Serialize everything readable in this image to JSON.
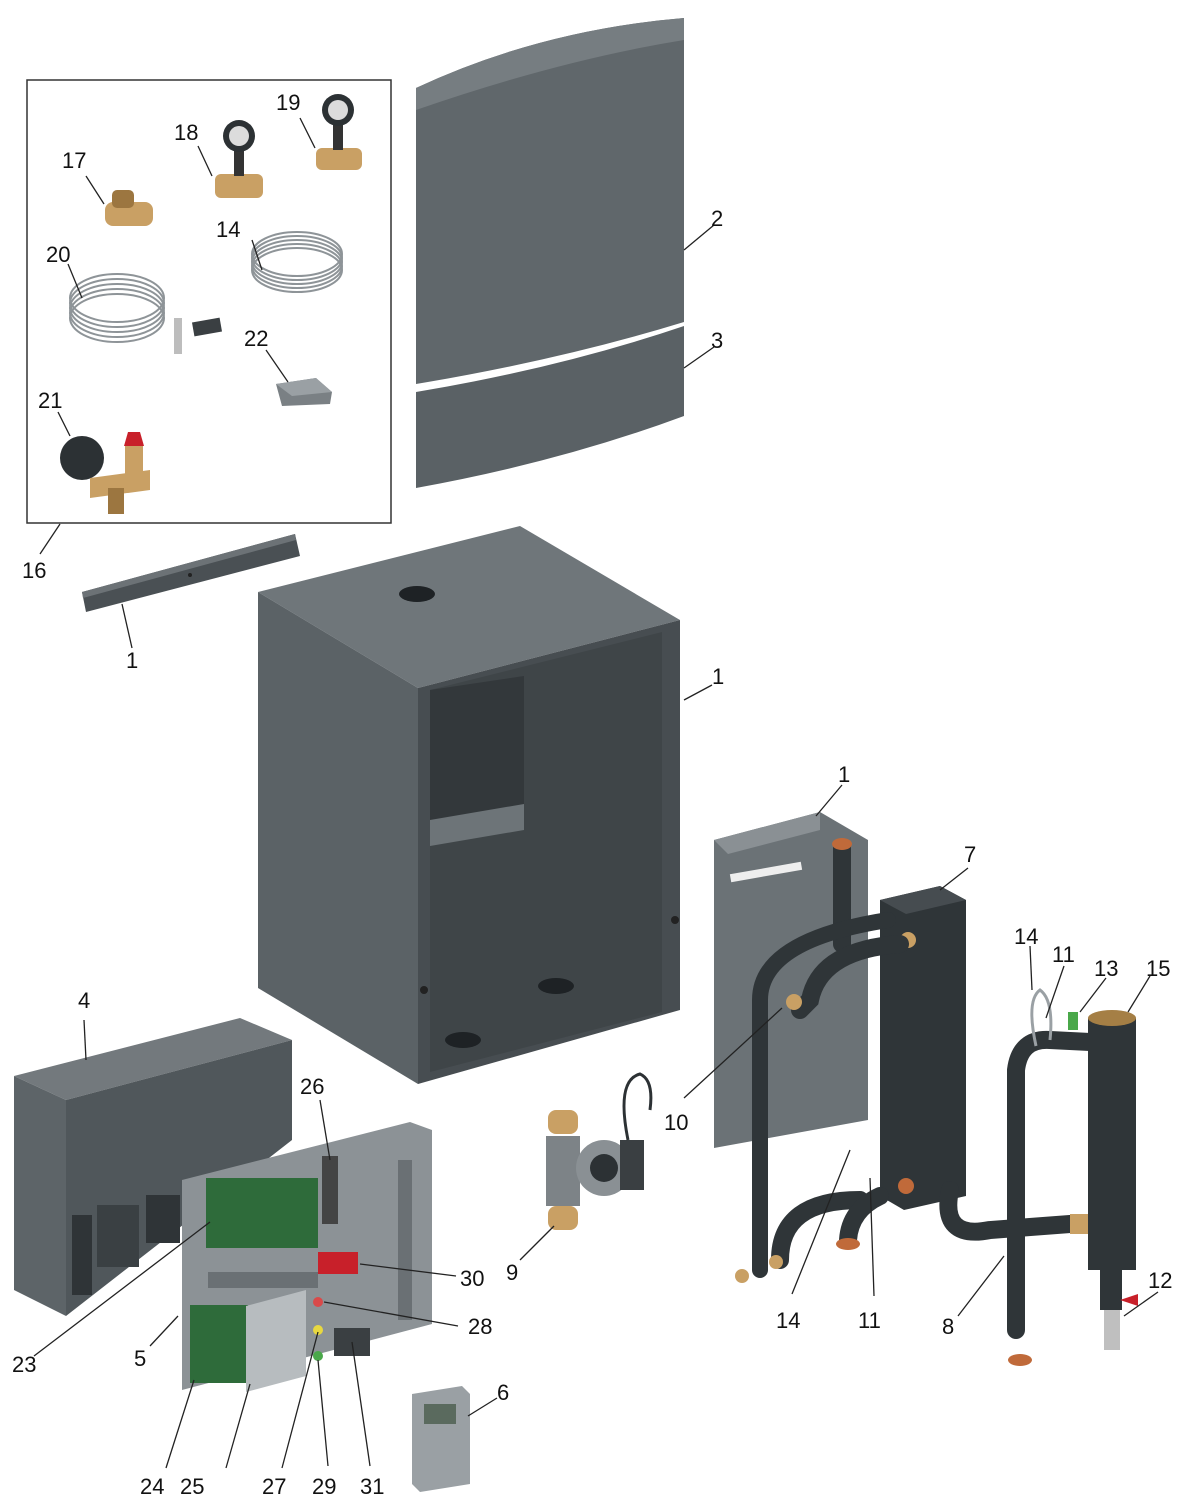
{
  "callouts": [
    {
      "id": "c1a",
      "text": "1"
    },
    {
      "id": "c1b",
      "text": "1"
    },
    {
      "id": "c1c",
      "text": "1"
    },
    {
      "id": "c2",
      "text": "2"
    },
    {
      "id": "c3",
      "text": "3"
    },
    {
      "id": "c4",
      "text": "4"
    },
    {
      "id": "c5",
      "text": "5"
    },
    {
      "id": "c6",
      "text": "6"
    },
    {
      "id": "c7",
      "text": "7"
    },
    {
      "id": "c8",
      "text": "8"
    },
    {
      "id": "c9",
      "text": "9"
    },
    {
      "id": "c10",
      "text": "10"
    },
    {
      "id": "c11a",
      "text": "11"
    },
    {
      "id": "c11b",
      "text": "11"
    },
    {
      "id": "c12",
      "text": "12"
    },
    {
      "id": "c13",
      "text": "13"
    },
    {
      "id": "c14a",
      "text": "14"
    },
    {
      "id": "c14b",
      "text": "14"
    },
    {
      "id": "c14c",
      "text": "14"
    },
    {
      "id": "c15",
      "text": "15"
    },
    {
      "id": "c16",
      "text": "16"
    },
    {
      "id": "c17",
      "text": "17"
    },
    {
      "id": "c18",
      "text": "18"
    },
    {
      "id": "c19",
      "text": "19"
    },
    {
      "id": "c20",
      "text": "20"
    },
    {
      "id": "c21",
      "text": "21"
    },
    {
      "id": "c22",
      "text": "22"
    },
    {
      "id": "c23",
      "text": "23"
    },
    {
      "id": "c24",
      "text": "24"
    },
    {
      "id": "c25",
      "text": "25"
    },
    {
      "id": "c26",
      "text": "26"
    },
    {
      "id": "c27",
      "text": "27"
    },
    {
      "id": "c28",
      "text": "28"
    },
    {
      "id": "c29",
      "text": "29"
    },
    {
      "id": "c30",
      "text": "30"
    },
    {
      "id": "c31",
      "text": "31"
    }
  ],
  "colors": {
    "housing": "#5b6266",
    "pipe": "#2f3538",
    "brass": "#c9a064",
    "copper": "#c06a3a",
    "board": "#2e6b3a",
    "red": "#c8202a"
  }
}
